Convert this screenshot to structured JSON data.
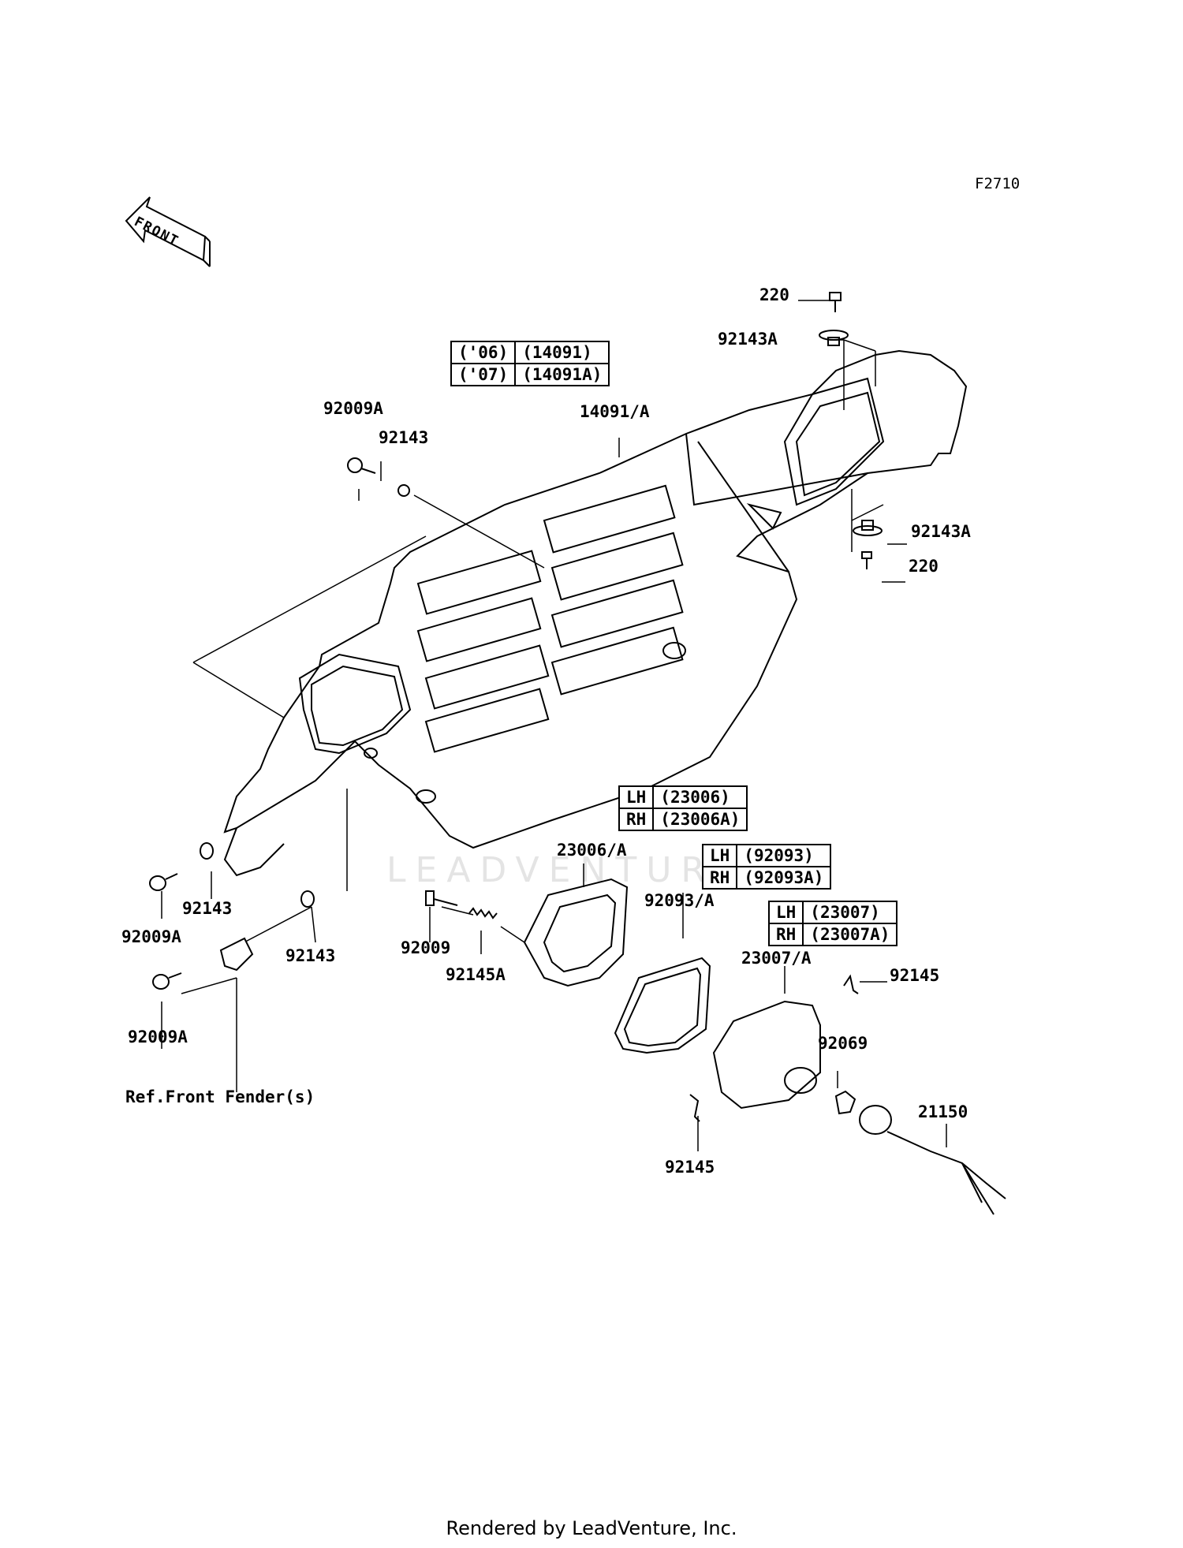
{
  "figure_code": "F2710",
  "front_label": "FRONT",
  "watermark": "LEADVENTURE",
  "footer": "Rendered by LeadVenture, Inc.",
  "tables": {
    "main": [
      [
        "('06)",
        "(14091)"
      ],
      [
        "('07)",
        "(14091A)"
      ]
    ],
    "h23006": [
      [
        "LH",
        "(23006)"
      ],
      [
        "RH",
        "(23006A)"
      ]
    ],
    "h92093": [
      [
        "LH",
        "(92093)"
      ],
      [
        "RH",
        "(92093A)"
      ]
    ],
    "h23007": [
      [
        "LH",
        "(23007)"
      ],
      [
        "RH",
        "(23007A)"
      ]
    ]
  },
  "labels": {
    "p220_top": "220",
    "p92143A_top": "92143A",
    "p14091A": "14091/A",
    "p92009A_top": "92009A",
    "p92143_top": "92143",
    "p92143A_right": "92143A",
    "p220_right": "220",
    "p23006A": "23006/A",
    "p92093A": "92093/A",
    "p23007A": "23007/A",
    "p92145_right": "92145",
    "p92069": "92069",
    "p21150": "21150",
    "p92145_bottom": "92145",
    "p92009A_left": "92009A",
    "p92143_left": "92143",
    "p92143_mid": "92143",
    "p92009": "92009",
    "p92145A": "92145A",
    "p92009A_bottom": "92009A",
    "ref_fender": "Ref.Front Fender(s)"
  }
}
